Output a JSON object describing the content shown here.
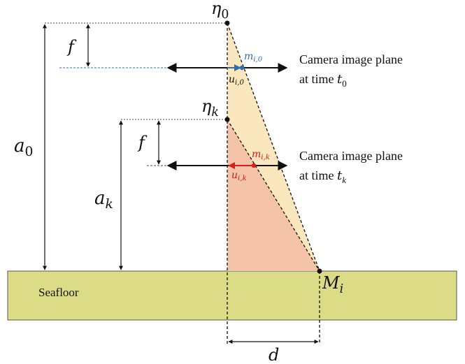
{
  "colors": {
    "seafloor_fill": "#dcdc86",
    "seafloor_stroke": "#555555",
    "cone0_fill": "#fbe7bd",
    "conek_fill": "#f5c3a7",
    "blue": "#2e6fb0",
    "red": "#e01b1b",
    "line": "#111111"
  },
  "labels": {
    "eta0": {
      "main": "η",
      "sub": "0"
    },
    "etak": {
      "main": "η",
      "sub": "k"
    },
    "f_top": "f",
    "f_mid": "f",
    "a0": {
      "main": "a",
      "sub": "0"
    },
    "ak": {
      "main": "a",
      "sub": "k"
    },
    "m_i0": {
      "main": "m",
      "sub": "i,0"
    },
    "u_i0": {
      "main": "u",
      "sub": "i,0"
    },
    "m_ik": {
      "main": "m",
      "sub": "i,k"
    },
    "u_ik": {
      "main": "u",
      "sub": "i,k"
    },
    "Mi": {
      "main": "M",
      "sub": "i"
    },
    "d": "d",
    "seafloor": "Seafloor"
  },
  "captions": {
    "plane0": {
      "line1": "Camera image plane",
      "line2_prefix": "at time ",
      "t": "t",
      "t_sub": "0"
    },
    "planek": {
      "line1": "Camera image plane",
      "line2_prefix": "at time ",
      "t": "t",
      "t_sub": "k"
    }
  }
}
